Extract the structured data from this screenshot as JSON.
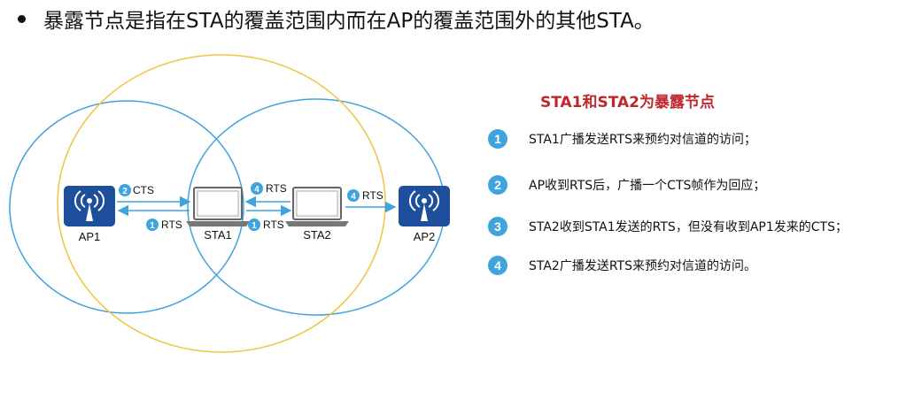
{
  "heading": "暴露节点是指在STA的覆盖范围内而在AP的覆盖范围外的其他STA。",
  "colors": {
    "blue_circle": "#3fa3dd",
    "yellow_circle": "#f0c341",
    "title_red": "#c0272d",
    "badge": "#3fa3dd",
    "ap_icon": "#1e4f9c"
  },
  "devices": {
    "ap1": "AP1",
    "sta1": "STA1",
    "sta2": "STA2",
    "ap2": "AP2"
  },
  "messages": {
    "cts_label": "CTS",
    "cts_num": "2",
    "rts_left_label": "RTS",
    "rts_left_num": "1",
    "rts_mid_low_label": "RTS",
    "rts_mid_low_num": "1",
    "rts_mid_up_label": "RTS",
    "rts_mid_up_num": "4",
    "rts_right_label": "RTS",
    "rts_right_num": "4"
  },
  "panel": {
    "title": "STA1和STA2为暴露节点",
    "steps": [
      {
        "num": "1",
        "text": "STA1广播发送RTS来预约对信道的访问；"
      },
      {
        "num": "2",
        "text": "AP收到RTS后，广播一个CTS帧作为回应；"
      },
      {
        "num": "3",
        "text": "STA2收到STA1发送的RTS，但没有收到AP1发来的CTS；"
      },
      {
        "num": "4",
        "text": "STA2广播发送RTS来预约对信道的访问。"
      }
    ]
  }
}
